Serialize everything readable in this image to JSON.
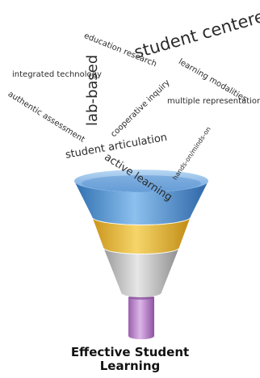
{
  "words": {
    "education_research": "education research",
    "student_centered": "student centered",
    "learning_modalities": "learning modalities",
    "integrated_technology": "integrated technology",
    "lab_based": "lab-based",
    "cooperative_inquiry": "cooperative inquiry",
    "multiple_representations": "multiple representations",
    "authentic_assessment": "authentic assessment",
    "student_articulation": "student articulation",
    "active_learning": "active learning",
    "hands_on_minds_on": "hands-on/minds-on"
  },
  "caption": {
    "line1": "Effective Student",
    "line2": "Learning"
  },
  "colors": {
    "band_blue": "#4f8fd0",
    "band_yellow": "#e3b52c",
    "band_gray": "#b8b8b8",
    "spout_purple": "#b77fc6",
    "text": "#2b2b2b"
  }
}
